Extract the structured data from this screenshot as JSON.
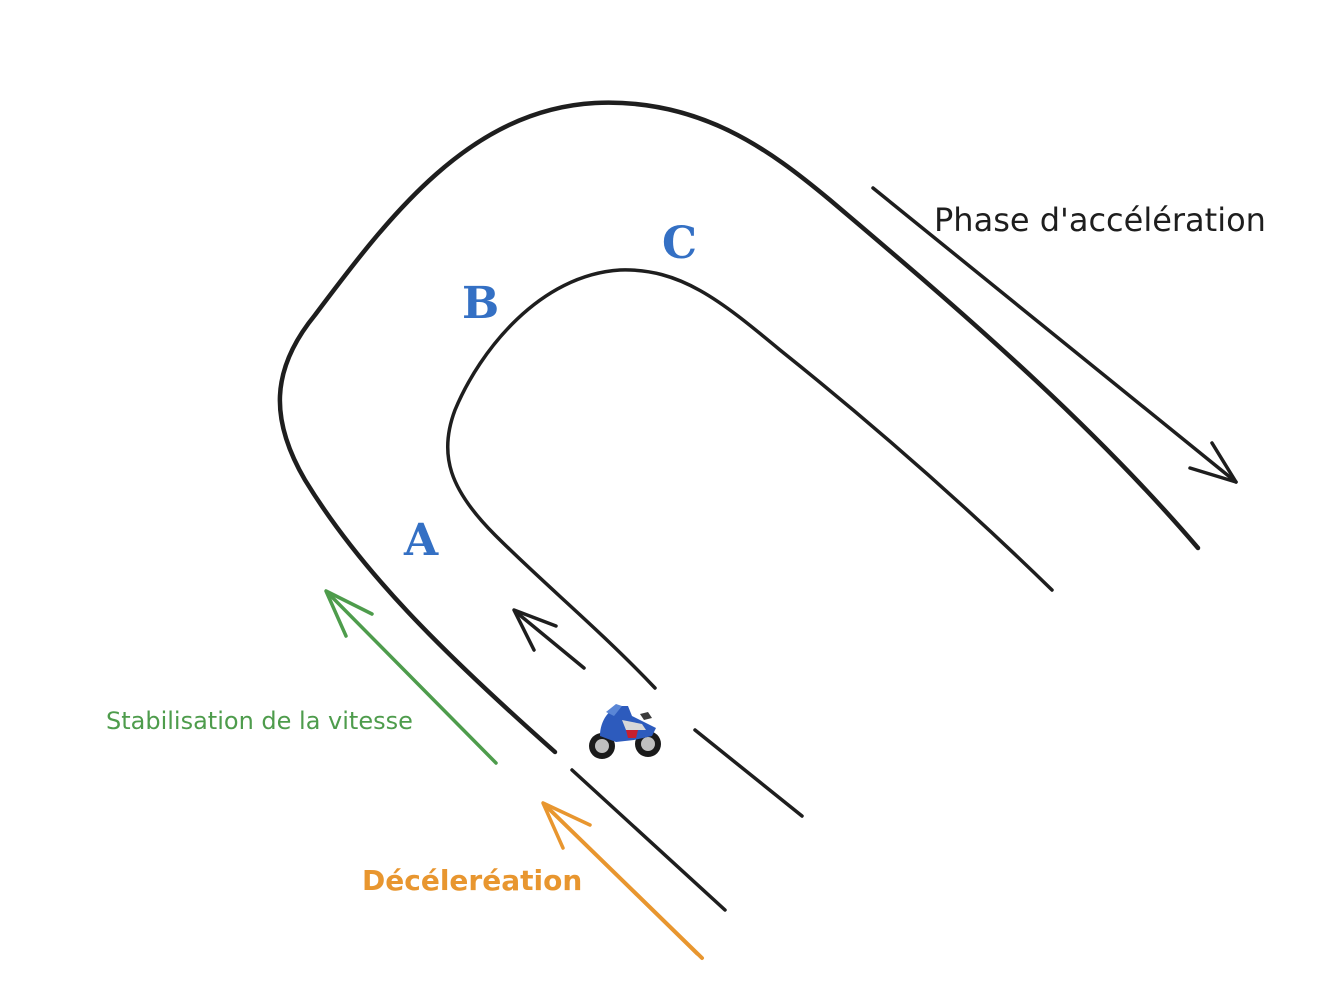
{
  "colors": {
    "road": "#1e1e1e",
    "points": "#3470c4",
    "stabilisation": "#4e9c4c",
    "deceleration": "#e8962f",
    "bike_body": "#2d5bbd",
    "bike_accent": "#d8d8d8"
  },
  "labels": {
    "acceleration": "Phase d'accélération",
    "stabilisation": "Stabilisation de la vitesse",
    "deceleration": "Décéleréation"
  },
  "points": {
    "a": "A",
    "b": "B",
    "c": "C"
  },
  "icons": {
    "motorcycle": "motorcycle-icon"
  }
}
